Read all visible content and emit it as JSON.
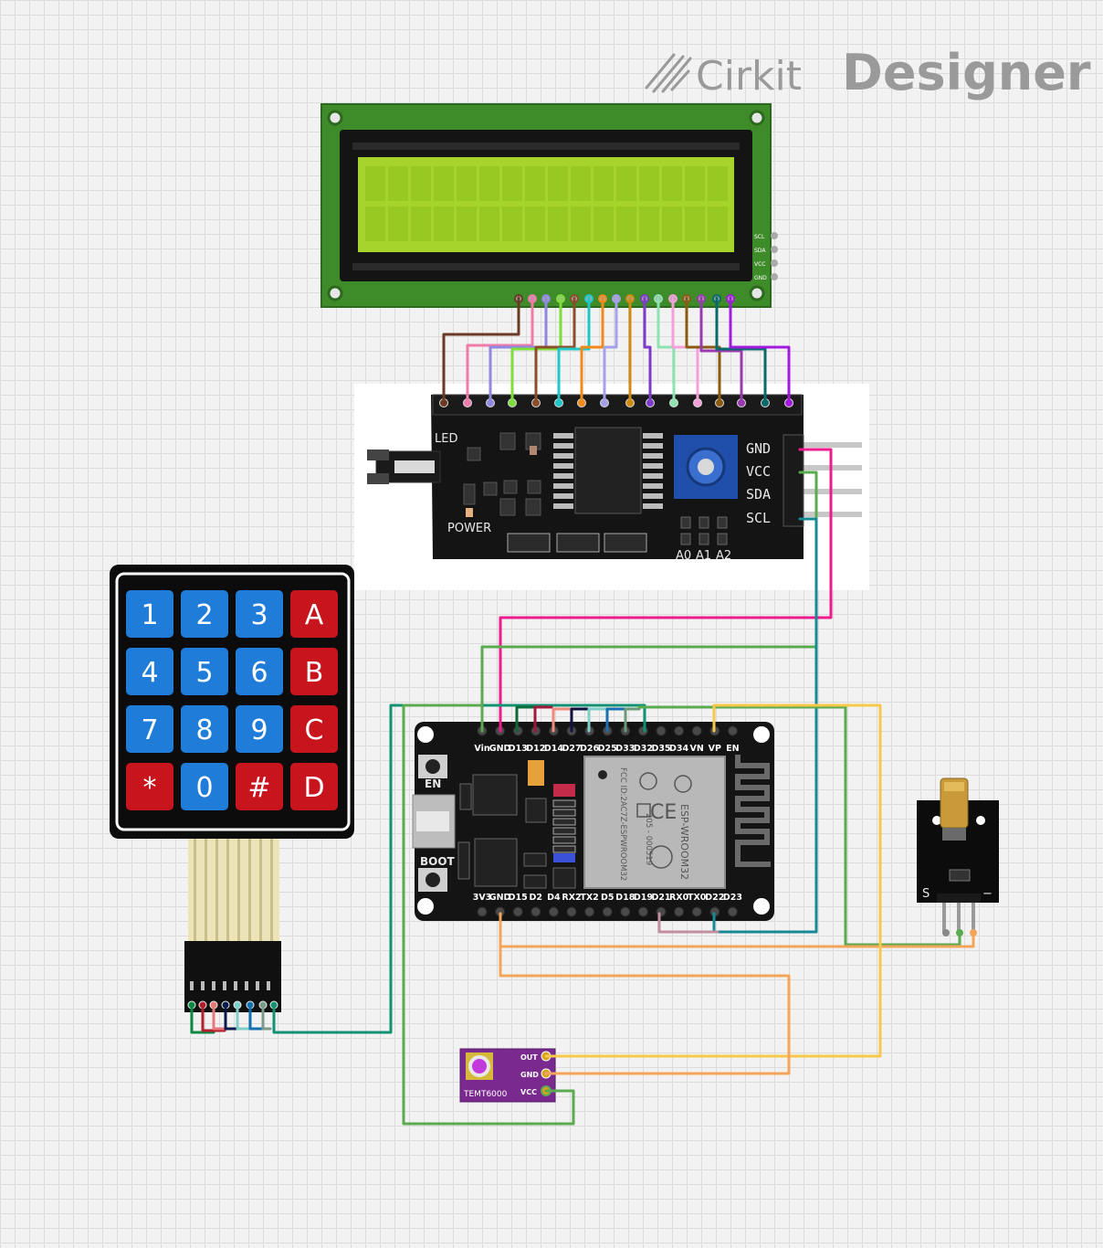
{
  "brand": {
    "light": "Cirkit",
    "bold": "Designer"
  },
  "lcd": {
    "side_pins": [
      "SCL",
      "SDA",
      "VCC",
      "GND"
    ]
  },
  "i2c_module": {
    "led_label": "LED",
    "power_label": "POWER",
    "pins": [
      "GND",
      "VCC",
      "SDA",
      "SCL"
    ],
    "addr_pads": [
      "A0",
      "A1",
      "A2"
    ]
  },
  "keypad": {
    "keys": [
      "1",
      "2",
      "3",
      "A",
      "4",
      "5",
      "6",
      "B",
      "7",
      "8",
      "9",
      "C",
      "*",
      "0",
      "#",
      "D"
    ]
  },
  "esp32": {
    "top_pins": [
      "Vin",
      "GND",
      "D13",
      "D12",
      "D14",
      "D27",
      "D26",
      "D25",
      "D33",
      "D32",
      "D35",
      "D34",
      "VN",
      "VP",
      "EN"
    ],
    "bottom_pins": [
      "3V3",
      "GND",
      "D15",
      "D2",
      "D4",
      "RX2",
      "TX2",
      "D5",
      "D18",
      "D19",
      "D21",
      "RX0",
      "TX0",
      "D22",
      "D23"
    ],
    "en_button": "EN",
    "boot_button": "BOOT",
    "module_text": [
      "ESP-WROOM32",
      "FCC ID:2AC7Z-ESPWROOM32",
      "205 - 000519"
    ]
  },
  "laser_module": {
    "label_s": "S",
    "label_minus": "−"
  },
  "temt6000": {
    "name": "TEMT6000",
    "pins": [
      "OUT",
      "GND",
      "VCC"
    ]
  },
  "colors": {
    "pink": "#ee1a8e",
    "green": "#5aaa4f",
    "teal": "#178a96",
    "orange": "#f5a55a",
    "yellow": "#f8c84a",
    "dark_green": "#129272",
    "pcb_green": "#3e8b2a",
    "lcd_screen": "#a6d42a"
  }
}
